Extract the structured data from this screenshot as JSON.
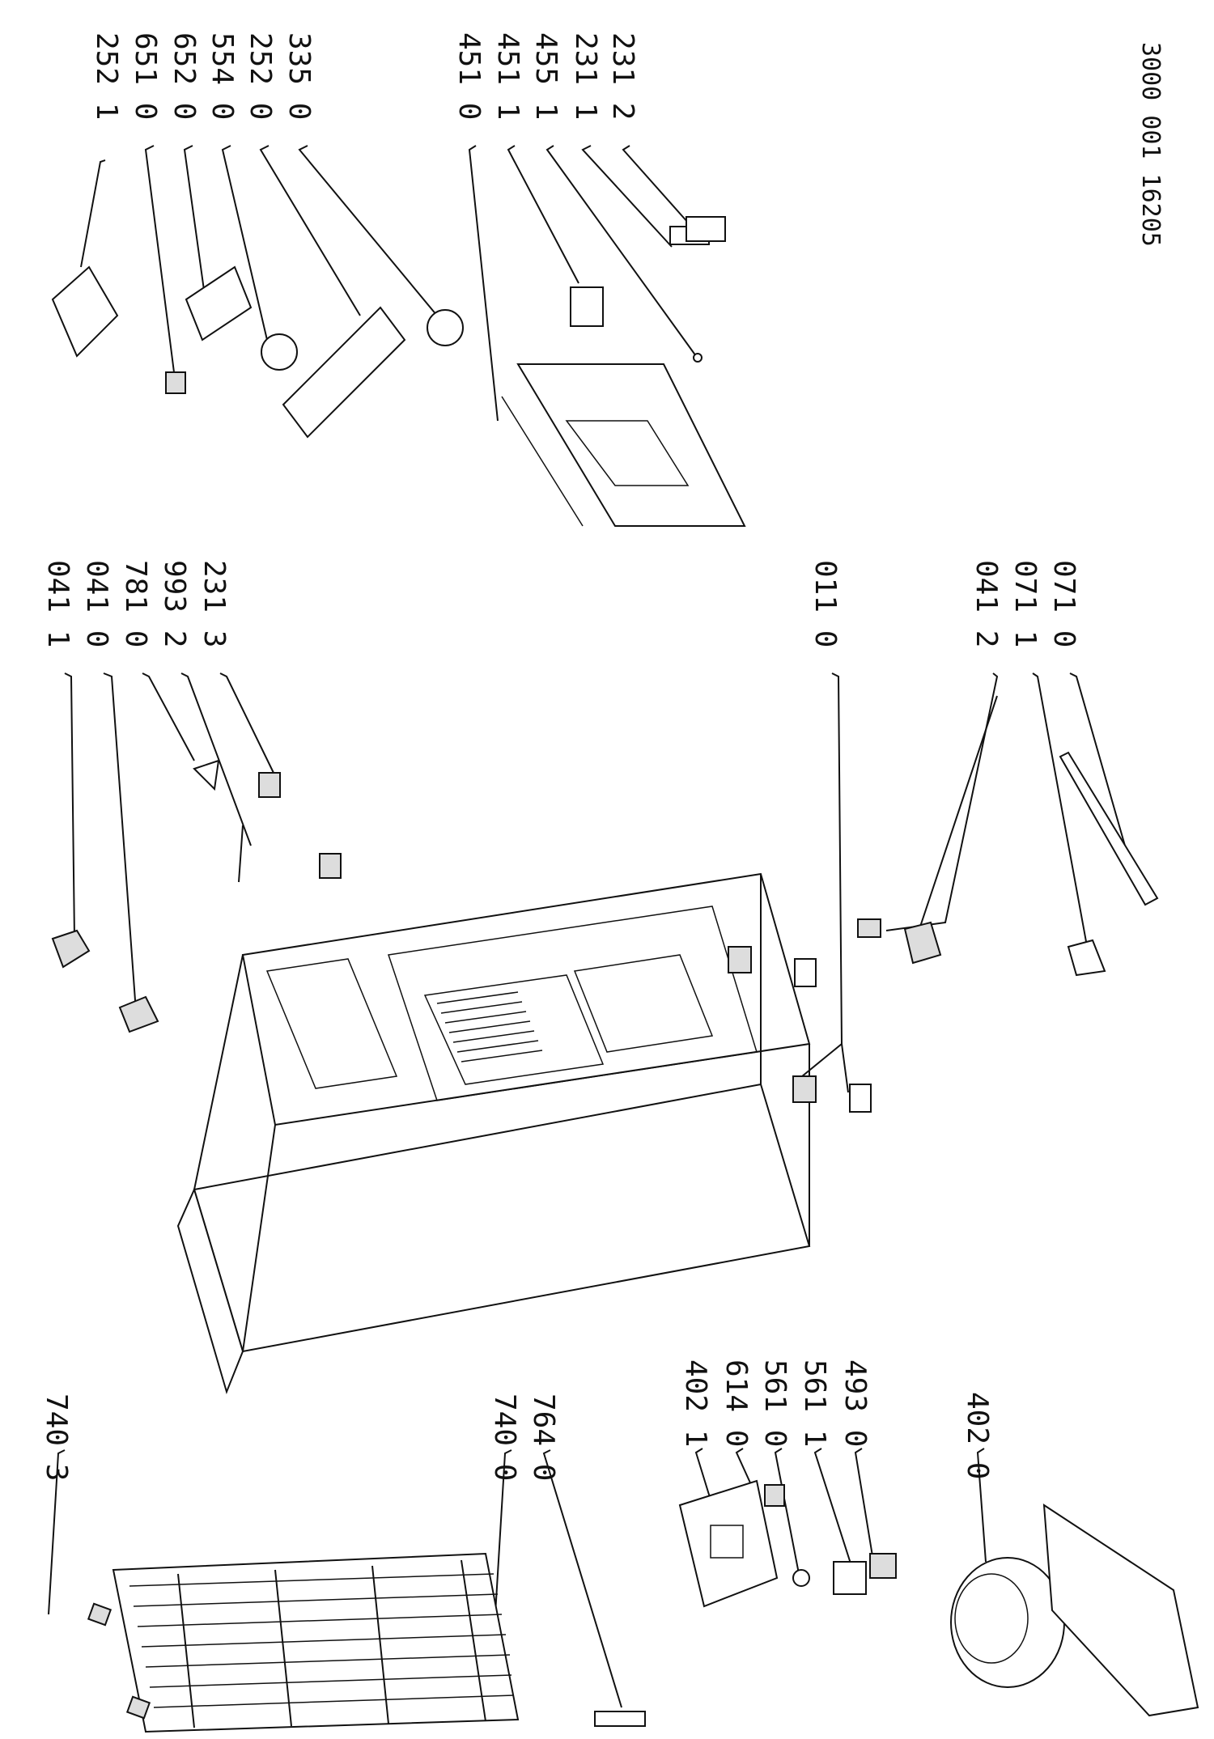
{
  "document": {
    "code": "3000 001 16205"
  },
  "labels": {
    "p2521": "252 1",
    "p6510": "651 0",
    "p6520": "652 0",
    "p5540": "554 0",
    "p2520": "252 0",
    "p3350": "335 0",
    "p4510": "451 0",
    "p4511": "451 1",
    "p4551": "455 1",
    "p2311": "231 1",
    "p2312": "231 2",
    "p0411": "041 1",
    "p0410": "041 0",
    "p7810": "781 0",
    "p9932": "993 2",
    "p2313": "231 3",
    "p0110": "011 0",
    "p0412": "041 2",
    "p0711": "071 1",
    "p0710": "071 0",
    "p7403": "740 3",
    "p7400": "740 0",
    "p7640": "764 0",
    "p4021": "402 1",
    "p6140": "614 0",
    "p5610": "561 0",
    "p5611": "561 1",
    "p4930": "493 0",
    "p4020": "402 0"
  }
}
